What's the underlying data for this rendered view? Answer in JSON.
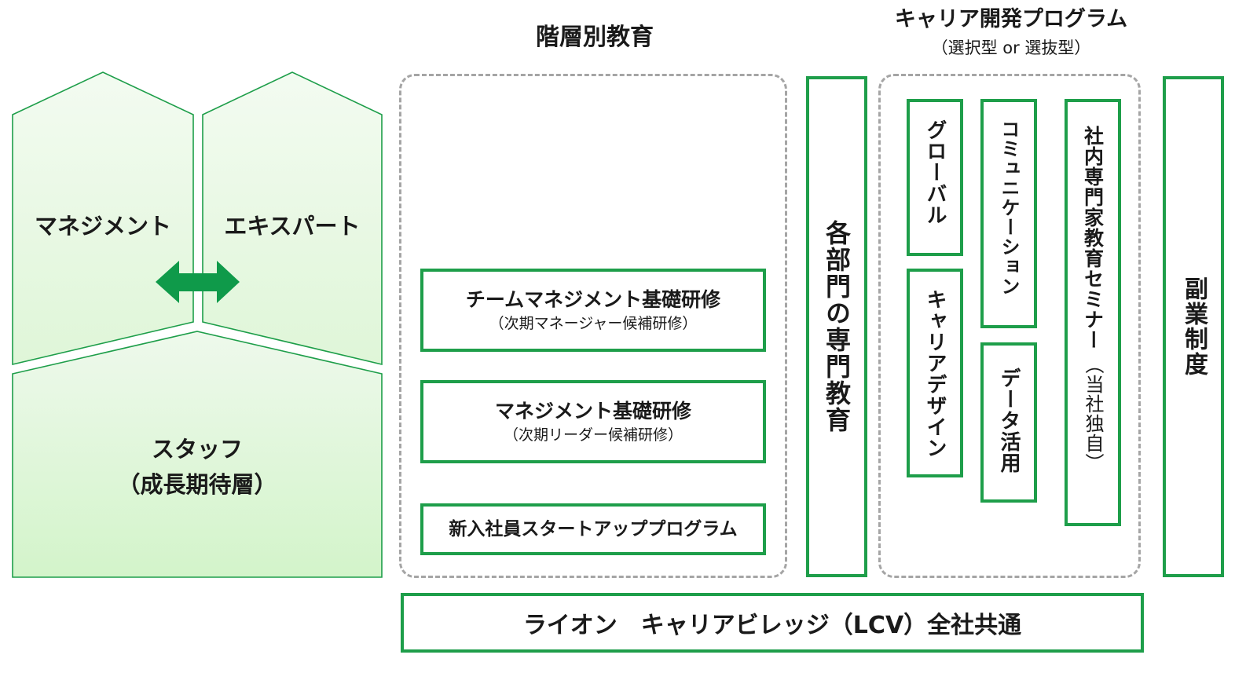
{
  "colors": {
    "accent_green": "#1e9e4a",
    "arrow_green": "#0f9a4a",
    "house_fill_top": "#eef9ec",
    "house_fill_bottom": "#d4f5cc",
    "dashed_border": "#a5a5a5"
  },
  "left_houses": {
    "management": "マネジメント",
    "expert": "エキスパート",
    "staff_line1": "スタッフ",
    "staff_line2": "（成長期待層）",
    "arrow_icon": "double-arrow-icon"
  },
  "tiered_education": {
    "title": "階層別教育",
    "team_mgmt": {
      "label": "チームマネジメント基礎研修",
      "sub": "（次期マネージャー候補研修）"
    },
    "mgmt_basic": {
      "label": "マネジメント基礎研修",
      "sub": "（次期リーダー候補研修）"
    },
    "new_hire": {
      "label": "新入社員スタートアッププログラム"
    }
  },
  "dept_education": {
    "label": "各部門の専門教育"
  },
  "career_program": {
    "title": "キャリア開発プログラム",
    "subtitle": "（選択型 or 選抜型）",
    "global": "グローバル",
    "career_design": "キャリアデザイン",
    "communication": "コミュニケーション",
    "data_use": "データ活用",
    "internal_seminar": "社内専門家教育セミナー",
    "internal_seminar_note": "（当社独自）"
  },
  "side_job": {
    "label": "副業制度"
  },
  "bottom": {
    "label": "ライオン　キャリアビレッジ（LCV）全社共通"
  }
}
